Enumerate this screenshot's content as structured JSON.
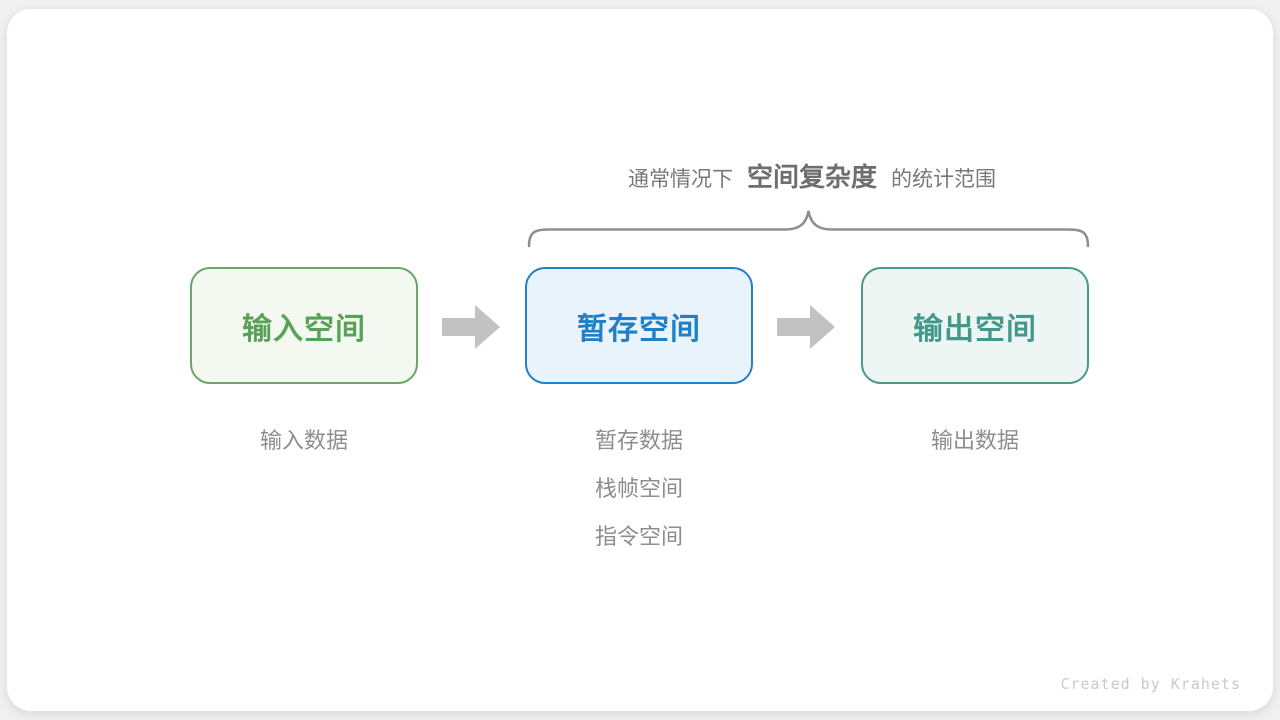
{
  "annotation": {
    "prefix": "通常情况下",
    "highlight": "空间复杂度",
    "suffix": "的统计范围"
  },
  "boxes": [
    {
      "label": "输入空间",
      "text_color": "#58a257",
      "border_color": "#69a765",
      "fill": "#f3f9f1"
    },
    {
      "label": "暂存空间",
      "text_color": "#1d80c9",
      "border_color": "#2380c6",
      "fill": "#e9f3fc"
    },
    {
      "label": "输出空间",
      "text_color": "#43988b",
      "border_color": "#49998c",
      "fill": "#eef6f3"
    }
  ],
  "captions": {
    "input": [
      "输入数据"
    ],
    "temp": [
      "暂存数据",
      "栈帧空间",
      "指令空间"
    ],
    "output": [
      "输出数据"
    ]
  },
  "footer": {
    "credit": "Created by Krahets"
  },
  "colors": {
    "page_background": "#f0f0f0",
    "card_background": "#ffffff",
    "annotation_text": "#787878",
    "annotation_highlight_text": "#6e6e6e",
    "caption_text": "#8d8d8d",
    "arrow": "#c2c2c2",
    "brace": "#8f8f8f",
    "credit_text": "#c9c9c9"
  }
}
